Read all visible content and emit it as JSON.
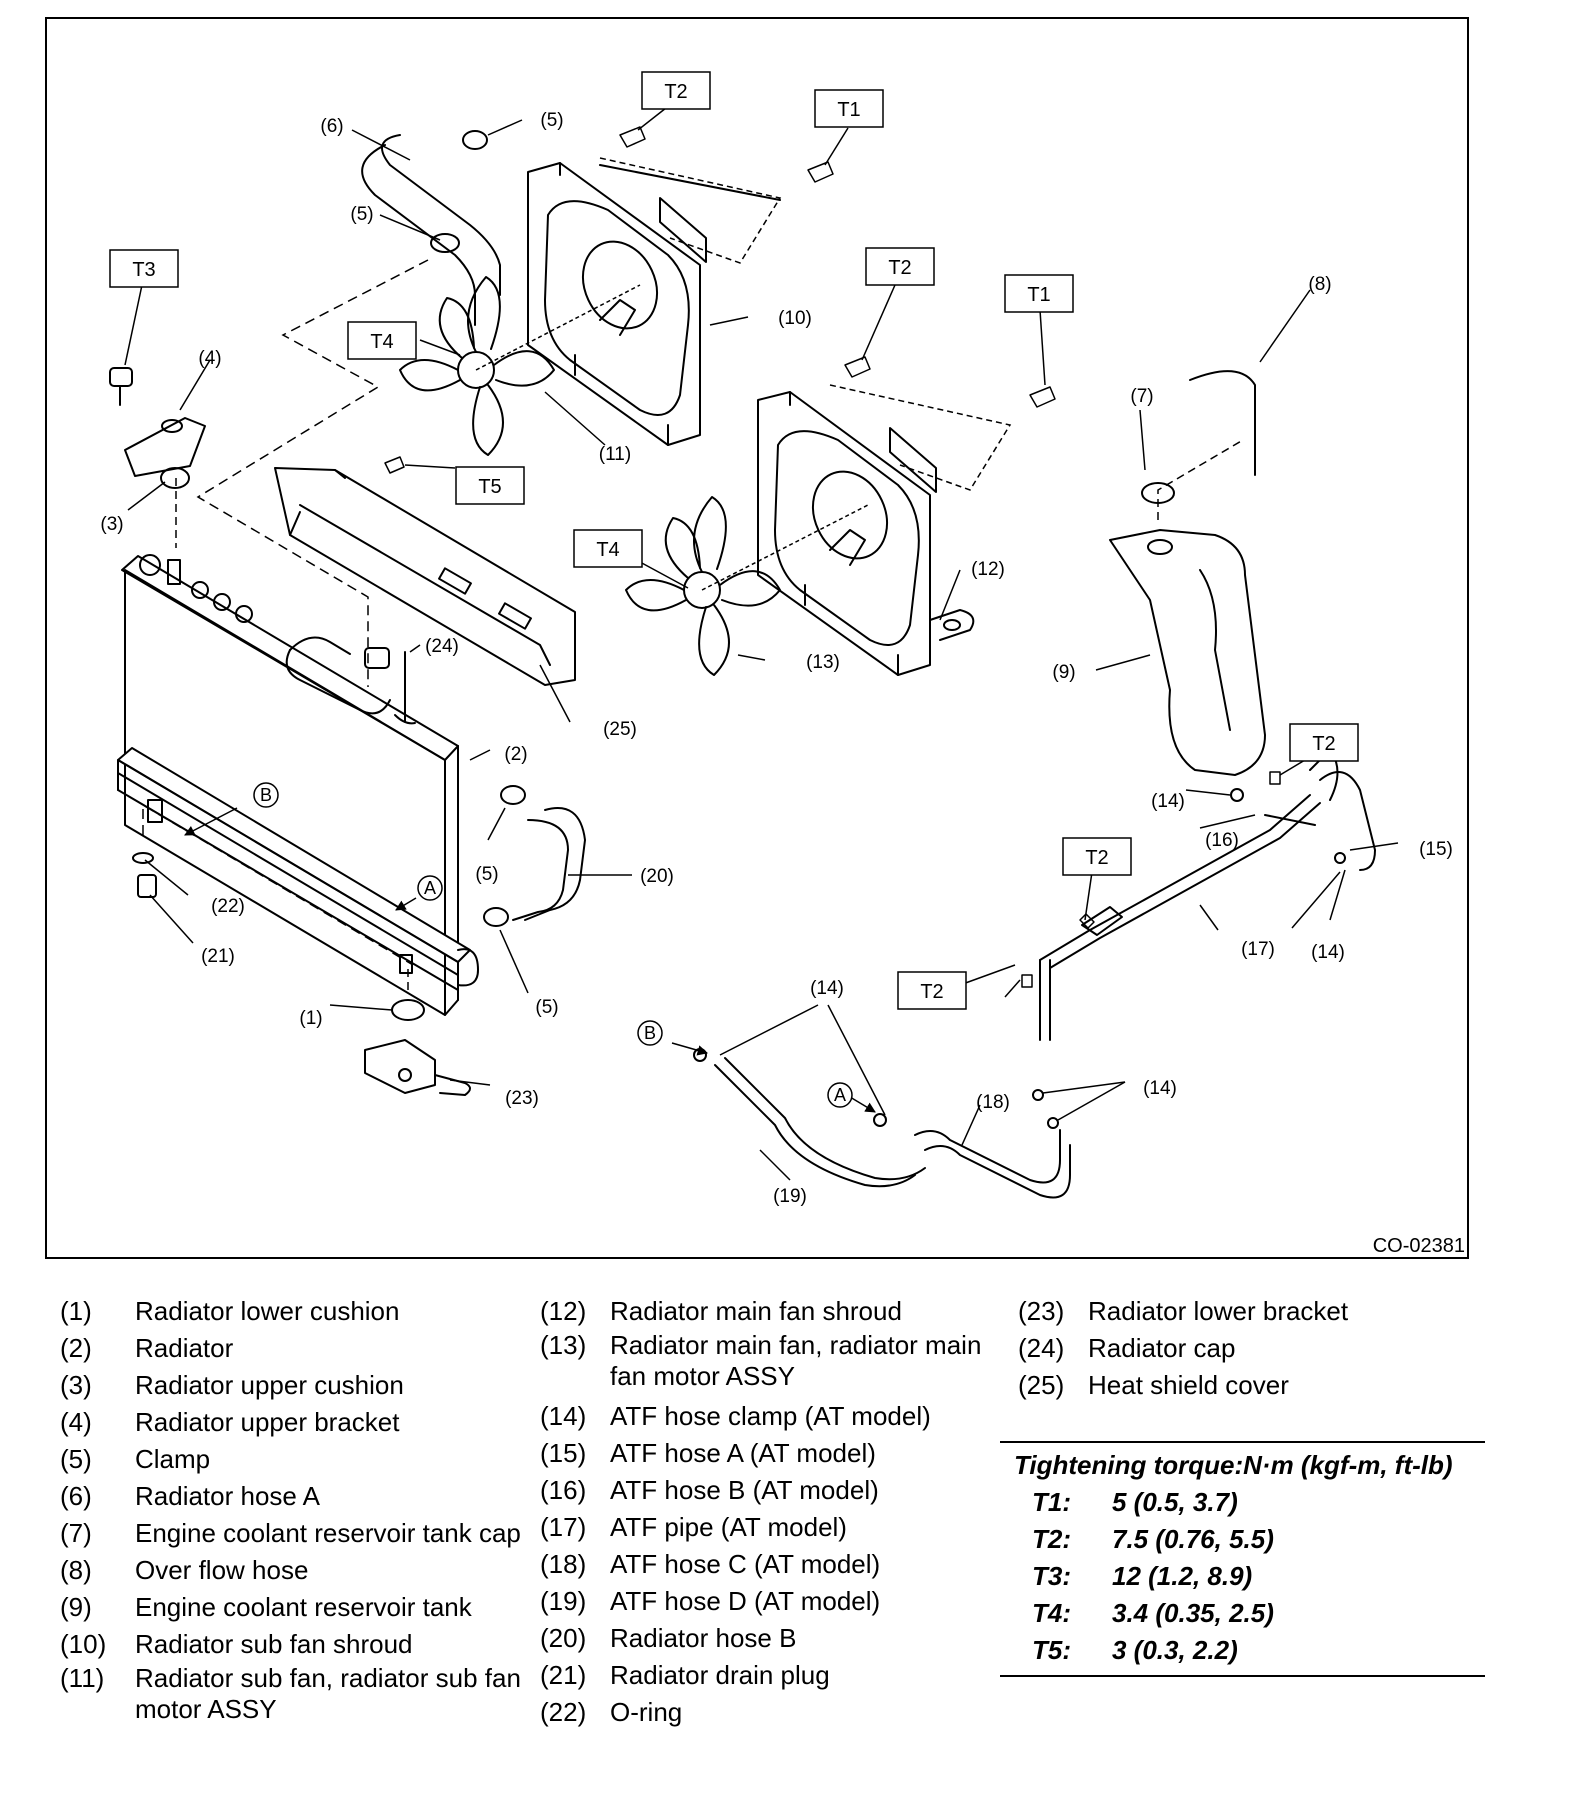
{
  "diagram": {
    "figure_code": "CO-02381",
    "callouts": [
      "(1)",
      "(2)",
      "(3)",
      "(4)",
      "(5)",
      "(6)",
      "(7)",
      "(8)",
      "(9)",
      "(10)",
      "(11)",
      "(12)",
      "(13)",
      "(14)",
      "(15)",
      "(16)",
      "(17)",
      "(18)",
      "(19)",
      "(20)",
      "(21)",
      "(22)",
      "(23)",
      "(24)",
      "(25)"
    ],
    "torque_tags": [
      "T1",
      "T2",
      "T3",
      "T4",
      "T5"
    ],
    "flow_markers": [
      "A",
      "B"
    ]
  },
  "legend": {
    "col1": [
      {
        "num": "(1)",
        "desc": "Radiator lower cushion"
      },
      {
        "num": "(2)",
        "desc": "Radiator"
      },
      {
        "num": "(3)",
        "desc": "Radiator upper cushion"
      },
      {
        "num": "(4)",
        "desc": "Radiator upper bracket"
      },
      {
        "num": "(5)",
        "desc": "Clamp"
      },
      {
        "num": "(6)",
        "desc": "Radiator hose A"
      },
      {
        "num": "(7)",
        "desc": "Engine coolant reservoir tank cap"
      },
      {
        "num": "(8)",
        "desc": "Over flow hose"
      },
      {
        "num": "(9)",
        "desc": "Engine coolant reservoir tank"
      },
      {
        "num": "(10)",
        "desc": "Radiator sub fan shroud"
      },
      {
        "num": "(11)",
        "desc": "Radiator sub fan, radiator sub fan motor ASSY"
      }
    ],
    "col2": [
      {
        "num": "(12)",
        "desc": "Radiator main fan shroud"
      },
      {
        "num": "(13)",
        "desc": "Radiator main fan, radiator main fan motor ASSY"
      },
      {
        "num": "(14)",
        "desc": "ATF hose clamp (AT model)"
      },
      {
        "num": "(15)",
        "desc": "ATF hose A (AT model)"
      },
      {
        "num": "(16)",
        "desc": "ATF hose B (AT model)"
      },
      {
        "num": "(17)",
        "desc": "ATF pipe (AT model)"
      },
      {
        "num": "(18)",
        "desc": "ATF hose C (AT model)"
      },
      {
        "num": "(19)",
        "desc": "ATF hose D (AT model)"
      },
      {
        "num": "(20)",
        "desc": "Radiator hose B"
      },
      {
        "num": "(21)",
        "desc": "Radiator drain plug"
      },
      {
        "num": "(22)",
        "desc": "O-ring"
      }
    ],
    "col3": [
      {
        "num": "(23)",
        "desc": "Radiator lower bracket"
      },
      {
        "num": "(24)",
        "desc": "Radiator cap"
      },
      {
        "num": "(25)",
        "desc": "Heat shield cover"
      }
    ]
  },
  "torque": {
    "heading": "Tightening torque:N·m (kgf-m, ft-lb)",
    "rows": [
      {
        "key": "T1:",
        "value": "5 (0.5, 3.7)"
      },
      {
        "key": "T2:",
        "value": "7.5 (0.76, 5.5)"
      },
      {
        "key": "T3:",
        "value": "12 (1.2, 8.9)"
      },
      {
        "key": "T4:",
        "value": "3.4 (0.35, 2.5)"
      },
      {
        "key": "T5:",
        "value": "3 (0.3, 2.2)"
      }
    ]
  }
}
